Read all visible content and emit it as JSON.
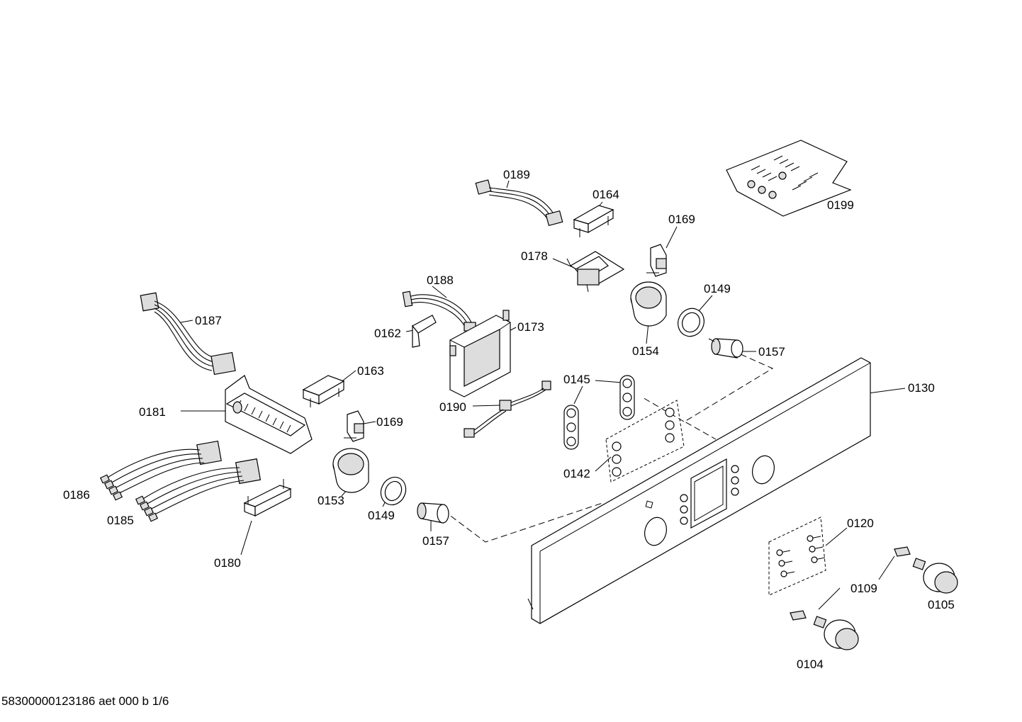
{
  "diagram_title": "",
  "footer_text": "58300000123186 aet 000 b 1/6",
  "parts": [
    {
      "id": "0189",
      "name": "harness-0189"
    },
    {
      "id": "0164",
      "name": "clip-0164"
    },
    {
      "id": "0199",
      "name": "screw-bag-0199"
    },
    {
      "id": "0169",
      "name": "holder-0169-top"
    },
    {
      "id": "0178",
      "name": "bracket-0178"
    },
    {
      "id": "0188",
      "name": "cable-0188"
    },
    {
      "id": "0149",
      "name": "ring-0149-top"
    },
    {
      "id": "0187",
      "name": "harness-0187"
    },
    {
      "id": "0162",
      "name": "clip-0162"
    },
    {
      "id": "0173",
      "name": "module-0173"
    },
    {
      "id": "0154",
      "name": "cup-0154"
    },
    {
      "id": "0157",
      "name": "cylinder-0157-top"
    },
    {
      "id": "0163",
      "name": "clip-0163"
    },
    {
      "id": "0145",
      "name": "button-strip-0145"
    },
    {
      "id": "0130",
      "name": "control-panel-0130"
    },
    {
      "id": "0181",
      "name": "terminal-block-0181"
    },
    {
      "id": "0169",
      "name": "holder-0169-mid"
    },
    {
      "id": "0190",
      "name": "cable-0190"
    },
    {
      "id": "0142",
      "name": "button-set-0142"
    },
    {
      "id": "0186",
      "name": "wire-set-0186"
    },
    {
      "id": "0153",
      "name": "cup-0153"
    },
    {
      "id": "0185",
      "name": "wire-set-0185"
    },
    {
      "id": "0149",
      "name": "ring-0149-bottom"
    },
    {
      "id": "0157",
      "name": "cylinder-0157-bottom"
    },
    {
      "id": "0120",
      "name": "screws-0120"
    },
    {
      "id": "0180",
      "name": "bracket-0180"
    },
    {
      "id": "0109",
      "name": "insert-0109"
    },
    {
      "id": "0105",
      "name": "knob-0105"
    },
    {
      "id": "0104",
      "name": "knob-0104"
    }
  ]
}
